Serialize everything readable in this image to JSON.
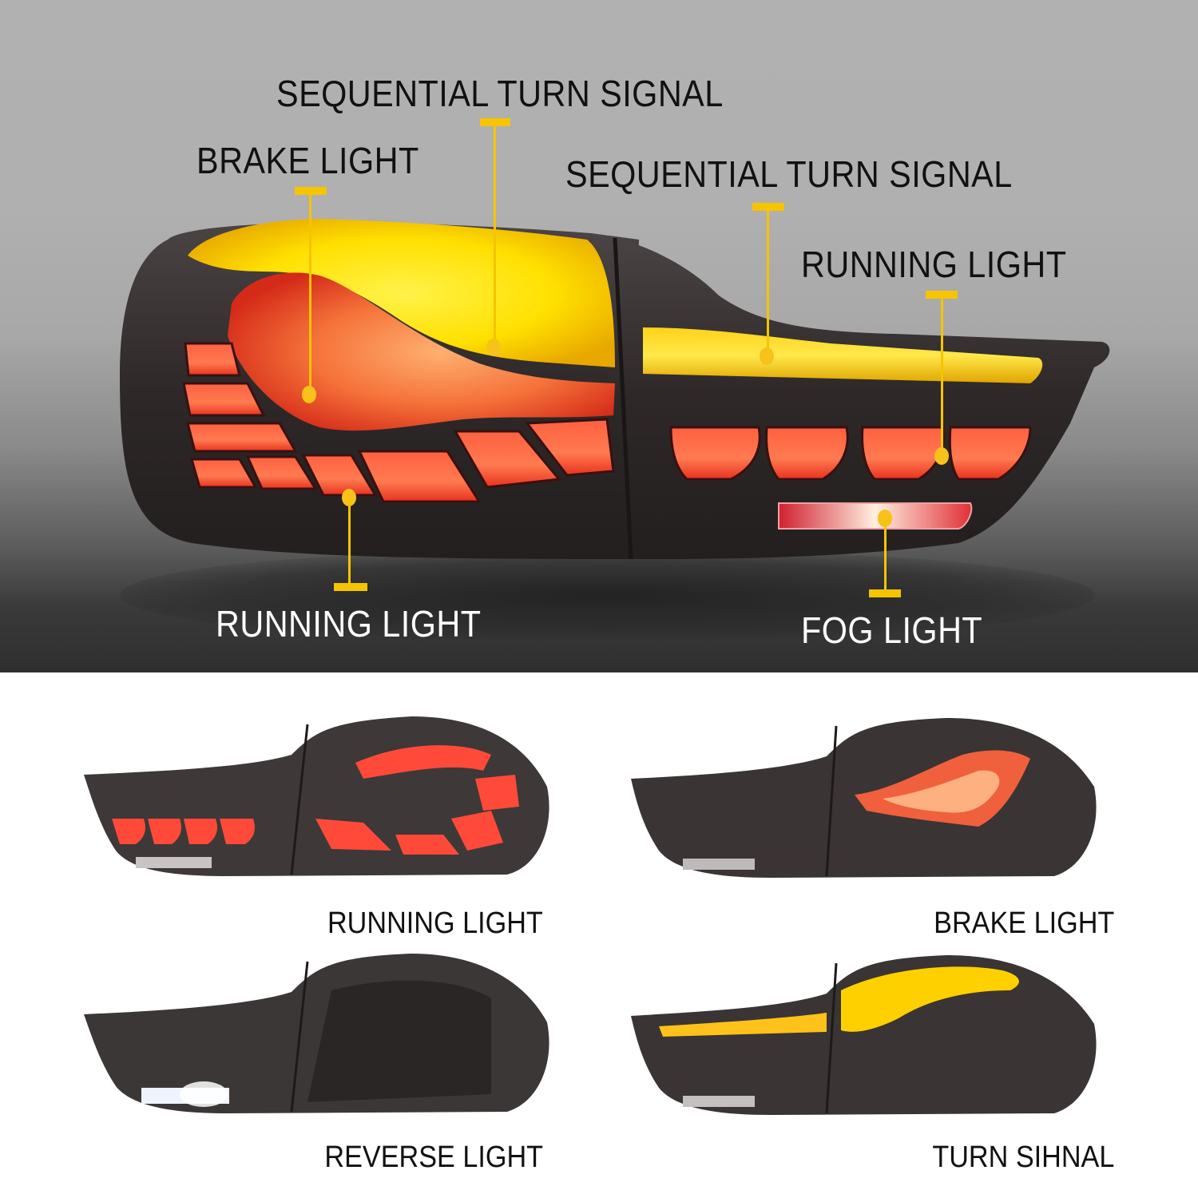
{
  "hero": {
    "callouts": [
      {
        "id": "sequential-turn-signal-inner",
        "label": "SEQUENTIAL TURN SIGNAL",
        "theme": "dark"
      },
      {
        "id": "brake-light",
        "label": "BRAKE LIGHT",
        "theme": "dark"
      },
      {
        "id": "sequential-turn-signal-outer",
        "label": "SEQUENTIAL TURN SIGNAL",
        "theme": "dark"
      },
      {
        "id": "running-light-outer",
        "label": "RUNNING LIGHT",
        "theme": "dark"
      },
      {
        "id": "running-light-inner",
        "label": "RUNNING LIGHT",
        "theme": "light"
      },
      {
        "id": "fog-light",
        "label": "FOG LIGHT",
        "theme": "light"
      }
    ],
    "colors": {
      "callout": "#f6c400",
      "amber": "#ffd400",
      "red": "#e8321e",
      "housing": "#2b2727",
      "background_top": "#b1b1b1",
      "background_bottom": "#2f2f2f"
    }
  },
  "grid": {
    "items": [
      {
        "id": "running",
        "caption": "RUNNING LIGHT",
        "state": "running"
      },
      {
        "id": "brake",
        "caption": "BRAKE LIGHT",
        "state": "brake"
      },
      {
        "id": "reverse",
        "caption": "REVERSE LIGHT",
        "state": "reverse"
      },
      {
        "id": "turn",
        "caption": "TURN SIHNAL",
        "state": "turn"
      }
    ],
    "background": "#ffffff"
  }
}
